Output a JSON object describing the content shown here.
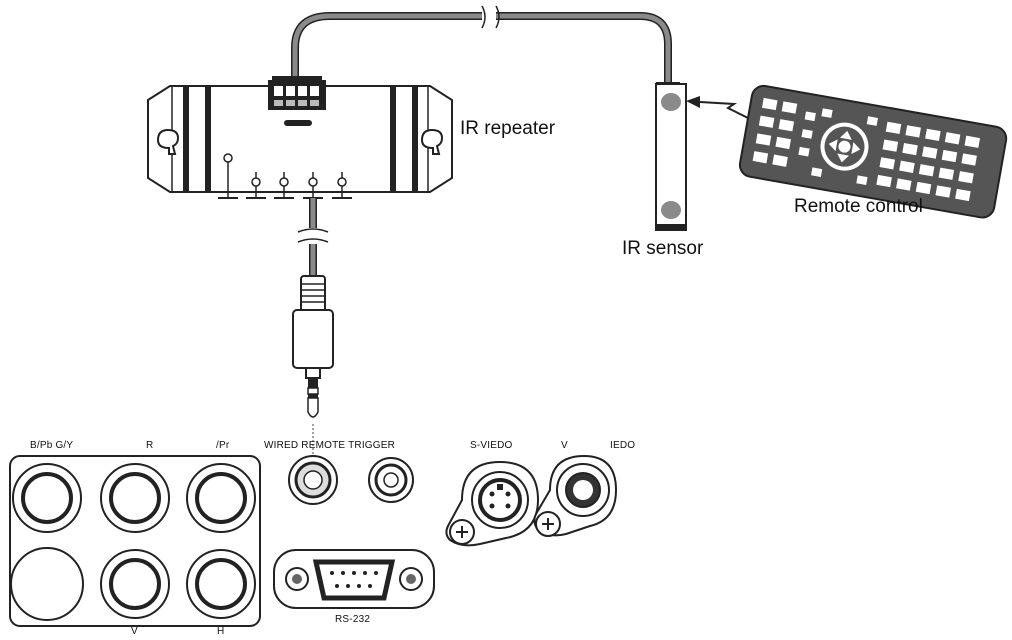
{
  "labels": {
    "ir_repeater": "IR repeater",
    "ir_sensor": "IR sensor",
    "remote_control": "Remote control",
    "bph_gy": "B/Pb G/Y",
    "r": "R",
    "pr": "/Pr",
    "wired_remote_trigger": "WIRED REMOTE TRIGGER",
    "s_video": "S-VIEDO",
    "v_top": "V",
    "iedo": "IEDO",
    "v_bottom": "V",
    "h_bottom": "H",
    "rs232": "RS-232"
  }
}
